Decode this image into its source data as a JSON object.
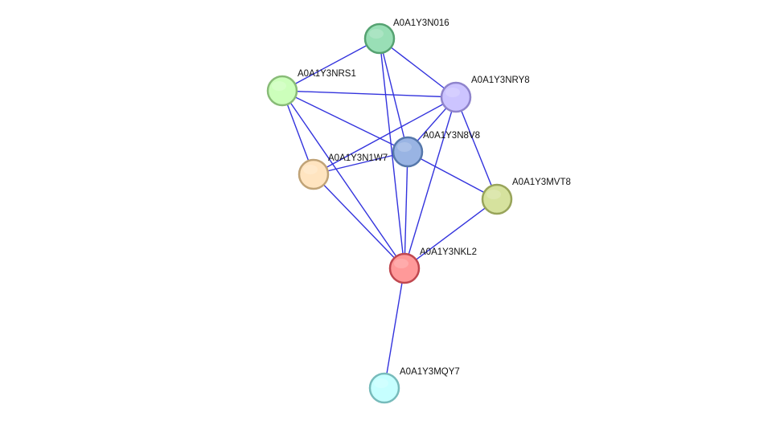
{
  "nodes": [
    {
      "id": "A0A1Y3N016",
      "label": "A0A1Y3N016",
      "fill": "#99dfb6",
      "stroke": "#55a271"
    },
    {
      "id": "A0A1Y3NRS1",
      "label": "A0A1Y3NRS1",
      "fill": "#ccffbb",
      "stroke": "#88bb77"
    },
    {
      "id": "A0A1Y3NRY8",
      "label": "A0A1Y3NRY8",
      "fill": "#ccc4ff",
      "stroke": "#8f84cc"
    },
    {
      "id": "A0A1Y3N8V8",
      "label": "A0A1Y3N8V8",
      "fill": "#99b4e3",
      "stroke": "#5577aa"
    },
    {
      "id": "A0A1Y3N1W7",
      "label": "A0A1Y3N1W7",
      "fill": "#ffe4c0",
      "stroke": "#c0a377"
    },
    {
      "id": "A0A1Y3MVT8",
      "label": "A0A1Y3MVT8",
      "fill": "#d6e29e",
      "stroke": "#98a45a"
    },
    {
      "id": "A0A1Y3NKL2",
      "label": "A0A1Y3NKL2",
      "fill": "#ff9999",
      "stroke": "#c0474f"
    },
    {
      "id": "A0A1Y3MQY7",
      "label": "A0A1Y3MQY7",
      "fill": "#c6ffff",
      "stroke": "#77bbbb"
    }
  ],
  "edges": [
    [
      "A0A1Y3N016",
      "A0A1Y3NRS1"
    ],
    [
      "A0A1Y3N016",
      "A0A1Y3NRY8"
    ],
    [
      "A0A1Y3N016",
      "A0A1Y3N8V8"
    ],
    [
      "A0A1Y3N016",
      "A0A1Y3NKL2"
    ],
    [
      "A0A1Y3NRS1",
      "A0A1Y3NRY8"
    ],
    [
      "A0A1Y3NRS1",
      "A0A1Y3N8V8"
    ],
    [
      "A0A1Y3NRS1",
      "A0A1Y3N1W7"
    ],
    [
      "A0A1Y3NRS1",
      "A0A1Y3NKL2"
    ],
    [
      "A0A1Y3NRY8",
      "A0A1Y3N8V8"
    ],
    [
      "A0A1Y3NRY8",
      "A0A1Y3N1W7"
    ],
    [
      "A0A1Y3NRY8",
      "A0A1Y3MVT8"
    ],
    [
      "A0A1Y3NRY8",
      "A0A1Y3NKL2"
    ],
    [
      "A0A1Y3N8V8",
      "A0A1Y3N1W7"
    ],
    [
      "A0A1Y3N8V8",
      "A0A1Y3MVT8"
    ],
    [
      "A0A1Y3N8V8",
      "A0A1Y3NKL2"
    ],
    [
      "A0A1Y3N1W7",
      "A0A1Y3NKL2"
    ],
    [
      "A0A1Y3MVT8",
      "A0A1Y3NKL2"
    ],
    [
      "A0A1Y3NKL2",
      "A0A1Y3MQY7"
    ]
  ]
}
